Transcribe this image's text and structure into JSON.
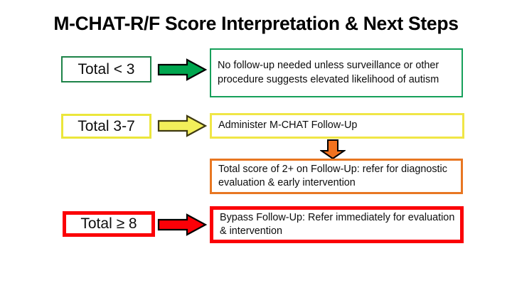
{
  "title": "M-CHAT-R/F Score Interpretation & Next Steps",
  "colors": {
    "green_border": "#16a05a",
    "green_label_border": "#1d8348",
    "green_arrow_fill": "#00a64f",
    "yellow_border": "#f0e646",
    "yellow_arrow_fill": "#f2ef5a",
    "orange_border": "#e87722",
    "orange_arrow_fill": "#f2721f",
    "red_border": "#fb0007",
    "red_arrow_fill": "#fb0007",
    "arrow_outline": "#000000",
    "text": "#0d0d0d",
    "background": "#ffffff"
  },
  "rows": [
    {
      "score_label": "Total < 3",
      "arrow": "right-arrow-green-icon",
      "outcome": "No follow-up needed unless surveillance or other procedure suggests elevated likelihood of autism"
    },
    {
      "score_label": "Total 3-7",
      "arrow": "right-arrow-yellow-icon",
      "outcome": "Administer M-CHAT Follow-Up",
      "down_arrow": "down-arrow-orange-icon",
      "followup_outcome": "Total score of 2+ on Follow-Up: refer for diagnostic evaluation & early intervention"
    },
    {
      "score_label": "Total ≥ 8",
      "arrow": "right-arrow-red-icon",
      "outcome": "Bypass Follow-Up: Refer immediately for evaluation & intervention"
    }
  ]
}
